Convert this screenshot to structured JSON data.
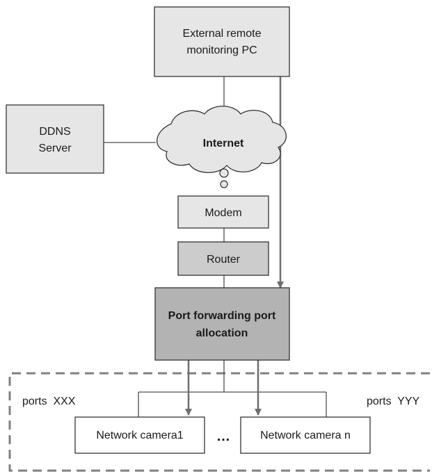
{
  "nodes": {
    "external_pc": {
      "line1": "External remote",
      "line2": "monitoring PC"
    },
    "ddns": {
      "line1": "DDNS",
      "line2": "Server"
    },
    "internet": {
      "label": "Internet"
    },
    "modem": {
      "label": "Modem"
    },
    "router": {
      "label": "Router"
    },
    "port_forwarding": {
      "line1": "Port forwarding port",
      "line2": "allocation"
    },
    "camera1": {
      "label": "Network camera1"
    },
    "camera_n": {
      "label": "Network camera n"
    }
  },
  "labels": {
    "ports_left": "ports  XXX",
    "ports_right": "ports  YYY",
    "ellipsis": "…"
  },
  "colors": {
    "light_box": "#e6e6e6",
    "medium_box": "#cccccc",
    "dark_box": "#b3b3b3",
    "line": "#4d4d4d",
    "arrow": "#6e6e6e",
    "dashed_border": "#808080"
  }
}
